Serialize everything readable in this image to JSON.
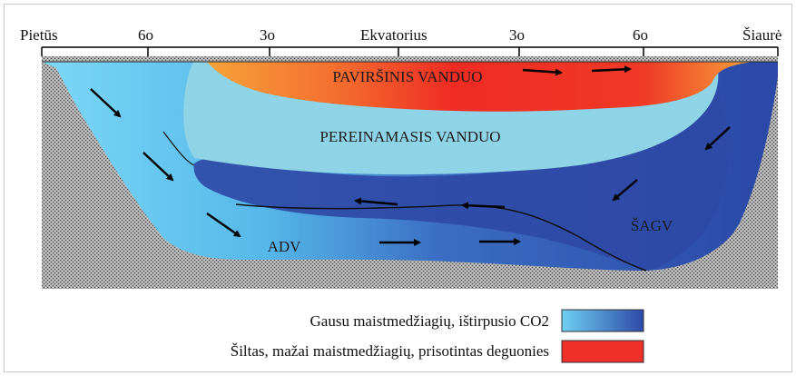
{
  "axis": {
    "left": "Pietūs",
    "south_60": "6o",
    "south_30": "3o",
    "equator": "Ekvatorius",
    "north_30": "3o",
    "north_60": "6o",
    "right": "Šiaurė"
  },
  "layers": {
    "surface": "PAVIRŠINIS VANDUO",
    "transitional": "PEREINAMASIS VANDUO",
    "antarctic": "ADV",
    "north_atlantic": "ŠAGV"
  },
  "legend": {
    "cold_label": "Gausu maistmedžiagių, ištirpusio CO2",
    "warm_label": "Šiltas, mažai maistmedžiagių, prisotintas deguonies"
  },
  "colors": {
    "surface_start": "#f7a238",
    "surface_end": "#ef2b24",
    "transitional": "#8fd3e6",
    "cold_start": "#6fd0f2",
    "cold_end": "#2d49a8",
    "seafloor": "#888888",
    "warm_swatch": "#ef2f2a"
  },
  "icons": {
    "flow_arrow": "arrow-icon"
  }
}
